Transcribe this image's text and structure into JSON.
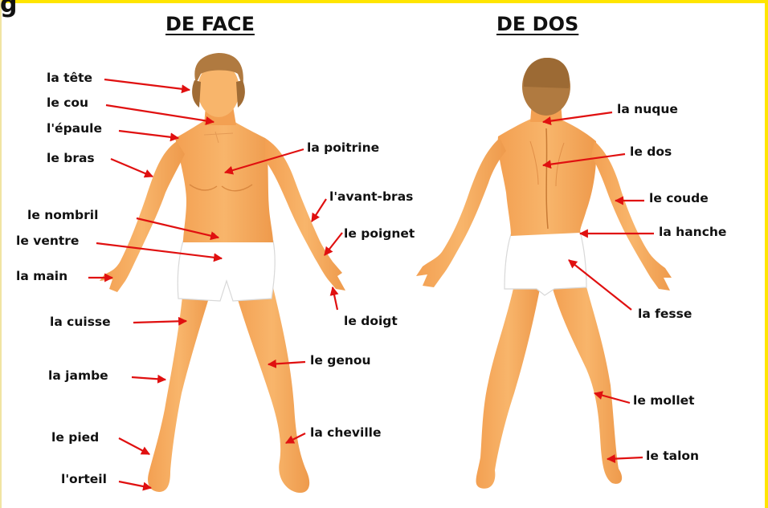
{
  "page": {
    "corner_title_fragment": "g",
    "accent_color": "#ffe500",
    "arrow_color": "#e01010",
    "skin_color": "#f7a85a"
  },
  "front": {
    "title": "DE FACE",
    "labels": {
      "tete": "la tête",
      "cou": "le cou",
      "epaule": "l'épaule",
      "bras": "le bras",
      "poitrine": "la poitrine",
      "avant_bras": "l'avant-bras",
      "nombril": "le nombril",
      "poignet": "le poignet",
      "ventre": "le ventre",
      "main": "la main",
      "doigt": "le doigt",
      "cuisse": "la cuisse",
      "genou": "le genou",
      "jambe": "la jambe",
      "pied": "le pied",
      "cheville": "la cheville",
      "orteil": "l'orteil"
    }
  },
  "back": {
    "title": "DE DOS",
    "labels": {
      "nuque": "la nuque",
      "dos": "le dos",
      "coude": "le coude",
      "hanche": "la hanche",
      "fesse": "la fesse",
      "mollet": "le mollet",
      "talon": "le talon"
    }
  }
}
